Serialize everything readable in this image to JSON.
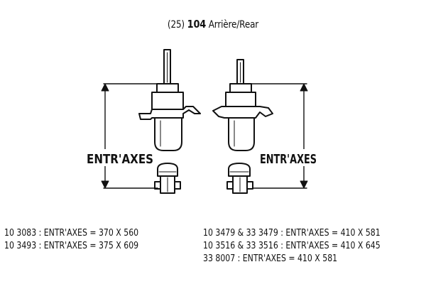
{
  "header": {
    "prefix": "(25)",
    "model": "104",
    "position": "Arrière/Rear"
  },
  "drawing": {
    "left_label": "ENTR'AXES",
    "right_label": "ENTR'AXES",
    "line_color": "#111111"
  },
  "references": {
    "left": [
      "10 3083 : ENTR'AXES = 370 X 560",
      "10 3493 : ENTR'AXES = 375 X 609"
    ],
    "right": [
      "10 3479 & 33 3479 : ENTR'AXES = 410 X 581",
      "10 3516 & 33 3516 : ENTR'AXES = 410 X 645",
      "33 8007 : ENTR'AXES = 410 X 581"
    ]
  }
}
